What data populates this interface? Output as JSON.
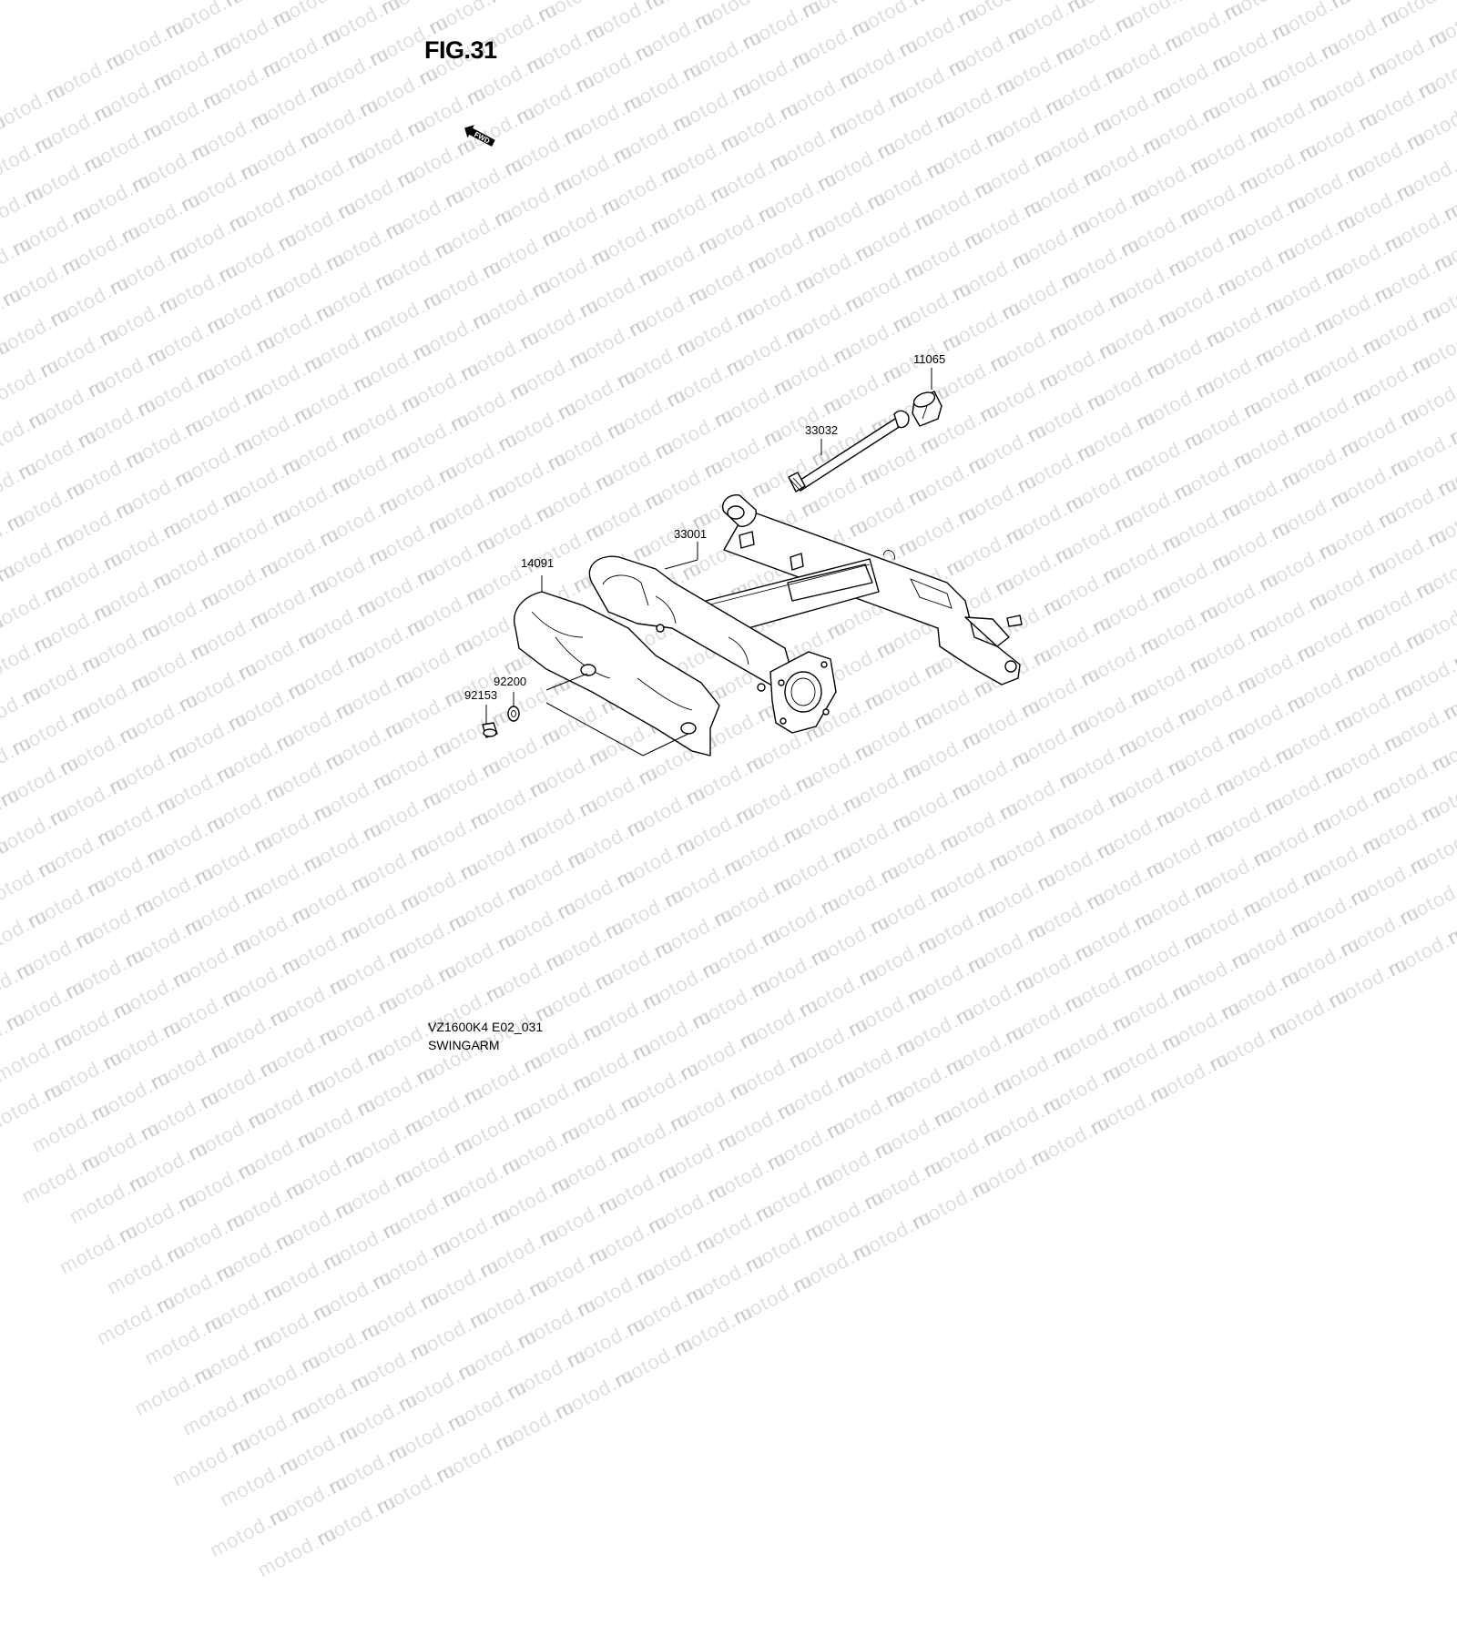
{
  "watermark": "motod.ru",
  "figure": {
    "title": "FIG.31",
    "direction_marker": "FWD"
  },
  "parts": [
    {
      "number": "11065"
    },
    {
      "number": "33032"
    },
    {
      "number": "33001"
    },
    {
      "number": "14091"
    },
    {
      "number": "92200"
    },
    {
      "number": "92153"
    }
  ],
  "footer": {
    "model_code": "VZ1600K4 E02_031",
    "section_name": "SWINGARM"
  },
  "colors": {
    "line": "#000000",
    "background": "#ffffff",
    "watermark": "#d9d9d9"
  }
}
